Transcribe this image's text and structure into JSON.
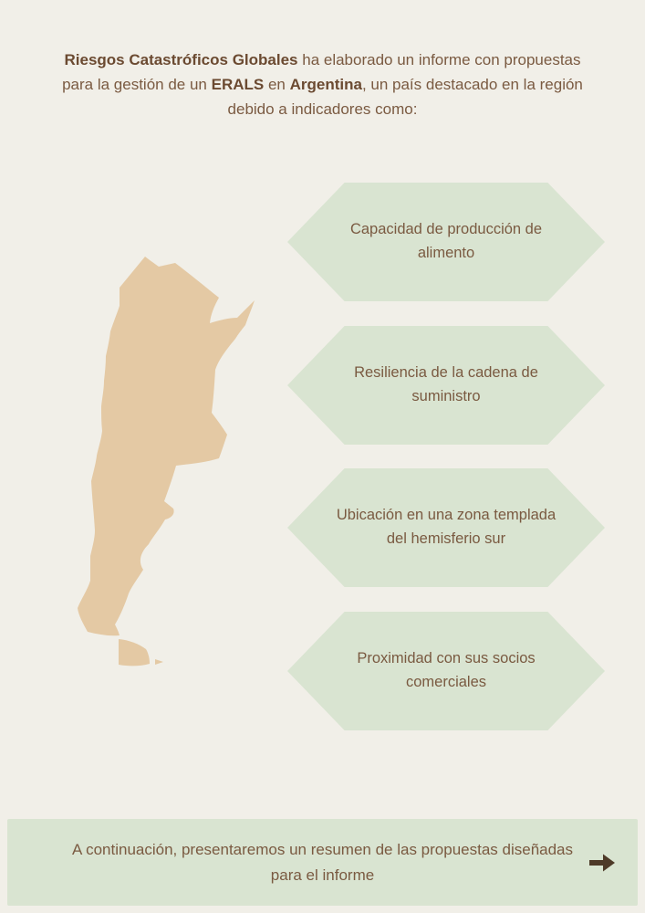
{
  "intro": {
    "segments": [
      {
        "text": "Riesgos Catastróficos Globales",
        "bold": true
      },
      {
        "text": " ha elaborado un informe con propuestas para la gestión de un ",
        "bold": false
      },
      {
        "text": "ERALS",
        "bold": true
      },
      {
        "text": " en ",
        "bold": false
      },
      {
        "text": "Argentina",
        "bold": true
      },
      {
        "text": ", un país destacado en la región debido a indicadores como:",
        "bold": false
      }
    ]
  },
  "map": {
    "label": "argentina-silhouette"
  },
  "indicators": [
    {
      "label": "Capacidad de producción de alimento"
    },
    {
      "label": "Resiliencia de la cadena de suministro"
    },
    {
      "label": "Ubicación en una zona templada del hemisferio sur"
    },
    {
      "label": "Proximidad con sus socios comerciales"
    }
  ],
  "footer": {
    "text": "A continuación, presentaremos un resumen de las propuestas diseñadas para el informe"
  },
  "colors": {
    "background": "#f1efe8",
    "hex_green": "#d9e4d1",
    "map_tan": "#e4c9a4",
    "text_brown": "#7a5a41",
    "bold_brown": "#6b4a31",
    "arrow_brown": "#4e3a28"
  }
}
